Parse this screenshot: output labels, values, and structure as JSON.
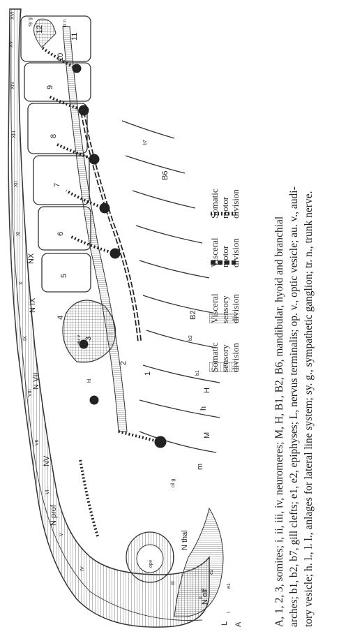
{
  "figure": {
    "caption_lines": [
      "A, 1, 2, 3, somites; i, ii, iii, iv, neuromeres; M, H, B1, B2, B6, mandibular, hyoid and branchial",
      "arches; b1, b2, b7, gill clefts; e1, e2, epiphyses; L, nervus terminalis; op. v., optic vesicle; au. v., audi-",
      "tory vesicle; h. l., l. l., anlages for lateral line system; sy. g., sympathetic ganglion; tr. n., trunk nerve."
    ],
    "legend": [
      {
        "label_lines": [
          "Somatic",
          "sensory",
          "division"
        ],
        "pattern": "lines"
      },
      {
        "label_lines": [
          "Visceral",
          "sensory",
          "division"
        ],
        "pattern": "hatch"
      },
      {
        "label_lines": [
          "Visceral",
          "motor",
          "division"
        ],
        "pattern": "dash"
      },
      {
        "label_lines": [
          "Somatic",
          "motor",
          "division"
        ],
        "pattern": "dots"
      }
    ],
    "labels": {
      "roman": [
        "I",
        "II",
        "III",
        "IV",
        "V",
        "VI",
        "VII",
        "VIII",
        "IX",
        "X",
        "XI",
        "XII",
        "XIII",
        "XIV",
        "XV",
        "XVI"
      ],
      "somites": [
        "1",
        "2",
        "3",
        "4",
        "5",
        "6",
        "7",
        "8",
        "9",
        "10",
        "11",
        "12"
      ],
      "nerves": [
        "N olf",
        "N thal",
        "N prof",
        "NV",
        "N VII",
        "N IX",
        "NX"
      ],
      "arches": [
        "m",
        "M",
        "h",
        "H",
        "b1",
        "b2",
        "B2",
        "B6",
        "b7"
      ],
      "other": [
        "A",
        "L",
        "e1",
        "e2",
        "opv",
        "cil g",
        "au v",
        "hl",
        "tr n",
        "sy g"
      ]
    }
  }
}
